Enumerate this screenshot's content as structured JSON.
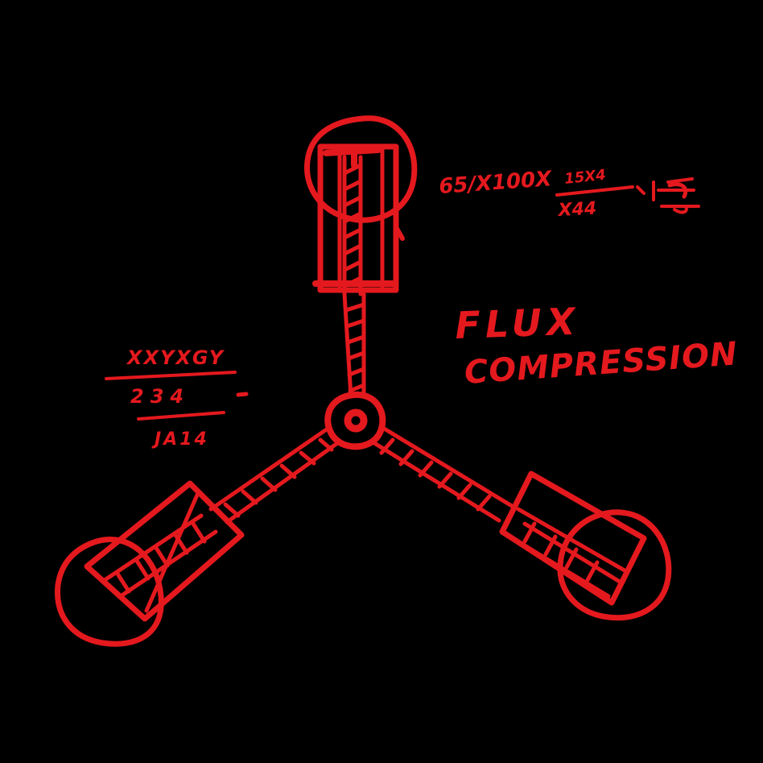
{
  "ink_color": "#e4191e",
  "background_color": "#000000",
  "title": {
    "line1": "FLUX",
    "line2": "COMPRESSION"
  },
  "notes": {
    "right_formula": {
      "term": "65/X100X",
      "numerator": "15X4",
      "denominator": "X44"
    },
    "left_formula": {
      "numerator": "XXYXGY",
      "middle": "234",
      "denominator": "JA14"
    }
  },
  "icons": {
    "drawing": "flux-capacitor-icon"
  }
}
